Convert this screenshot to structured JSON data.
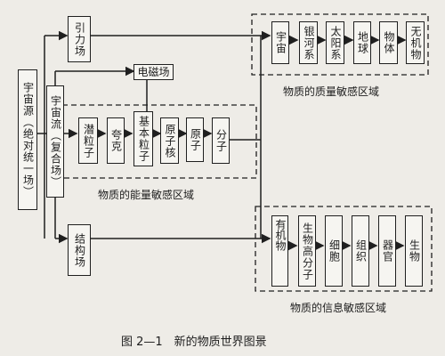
{
  "source": {
    "universe_source": "宇宙源（绝对统一场）",
    "universe_flow": "宇宙流（复合场）"
  },
  "fields": {
    "gravity": "引力场",
    "electromagnetic": "电磁场",
    "structure": "结构场"
  },
  "energy_chain": [
    "潜粒子",
    "夸克",
    "基本粒子",
    "原子核",
    "原子",
    "分子"
  ],
  "mass_chain": [
    "宇宙",
    "银河系",
    "太阳系",
    "地球",
    "物体",
    "无机物"
  ],
  "info_chain": {
    "organic": "有机物",
    "bio_macro": "生物高分子",
    "cell": "细胞",
    "tissue": "组织",
    "organ": "器官",
    "life": "生物"
  },
  "regions": {
    "mass": "物质的质量敏感区域",
    "energy": "物质的能量敏感区域",
    "info": "物质的信息敏感区域"
  },
  "caption": "图 2—1　新的物质世界图景"
}
